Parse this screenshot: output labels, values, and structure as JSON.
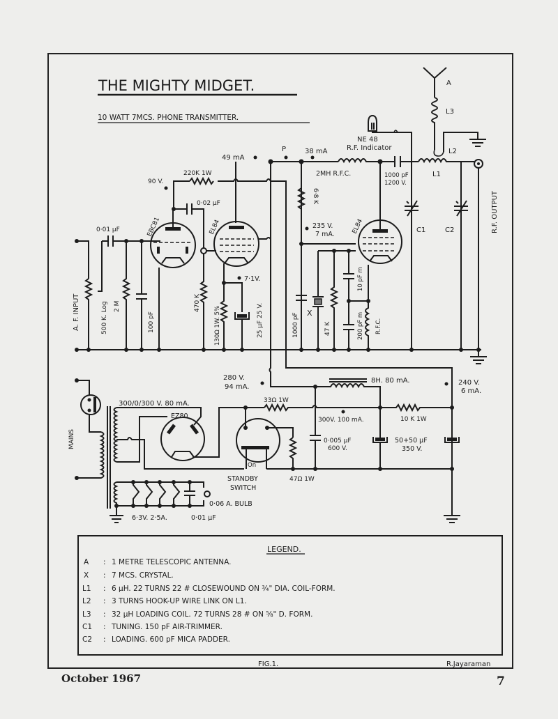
{
  "title": "THE MIGHTY MIDGET.",
  "subtitle": "10 WATT 7MCS. PHONE TRANSMITTER.",
  "labels": {
    "antenna": "A",
    "l3": "L3",
    "l2": "L2",
    "l1": "L1",
    "ne48": "NE 48",
    "rf_indicator": "R.F. Indicator",
    "rfc_2mh": "2MH R.F.C.",
    "cap_1000pf": "1000 pF",
    "cap_1200v": "1200 V.",
    "rf_output": "R.F. OUTPUT",
    "c1": "C1",
    "c2": "C2",
    "ma49": "49 mA",
    "p": "P",
    "ma38": "38 mA",
    "v90": "90 V.",
    "r220k": "220K 1W",
    "c002": "0·02 µF",
    "c001": "0·01 µF",
    "ebc81": "EBC81",
    "el84a": "EL84",
    "el84b": "EL84",
    "r68k": "6·8 K",
    "v235": "235 V.",
    "ma7": "7 mA.",
    "af_input": "A. F. INPUT",
    "r500k": "500 K. Log",
    "r2m": "2 M",
    "c100pf": "100 pF",
    "r470k": "470 K",
    "r130": "130Ω 1W. 5%",
    "v71": "7·1V.",
    "c25uf": "25 µF 25 V.",
    "c1000pf": "1000 pF",
    "crystal": "X",
    "r47k": "47 K",
    "c10pf": "10 pF m",
    "c200pf": "200 pF m",
    "rfc": "R.F.C.",
    "v280": "280 V.",
    "ma94": "94 mA.",
    "choke": "8H. 80 mA.",
    "v240": "240 V.",
    "ma6": "6 mA.",
    "mains": "MAINS",
    "transformer": "300/0/300 V. 80 mA.",
    "ez80": "EZ80",
    "r33": "33Ω 1W",
    "v300": "300V. 100 mA.",
    "r10k": "10 K 1W",
    "c0005": "0·005 µF",
    "v600": "600 V.",
    "c5050": "50+50 µF",
    "v350": "350 V.",
    "on": "On",
    "standby1": "STANDBY",
    "standby2": "SWITCH",
    "r47": "47Ω 1W",
    "bulb": "0·06 A. BULB",
    "heater": "6·3V. 2·5A.",
    "c001b": "0·01 µF"
  },
  "legend": {
    "title": "LEGEND.",
    "items": [
      {
        "key": "A",
        "text": "1 METRE TELESCOPIC ANTENNA."
      },
      {
        "key": "X",
        "text": "7 MCS. CRYSTAL."
      },
      {
        "key": "L1",
        "text": "6 µH. 22 TURNS 22 # CLOSEWOUND ON ¾\" DIA. COIL-FORM."
      },
      {
        "key": "L2",
        "text": "3 TURNS HOOK-UP WIRE LINK ON L1."
      },
      {
        "key": "L3",
        "text": "32 µH LOADING COIL. 72 TURNS 28 # ON ⅝\" D. FORM."
      },
      {
        "key": "C1",
        "text": "TUNING. 150 pF AIR-TRIMMER."
      },
      {
        "key": "C2",
        "text": "LOADING. 600 pF MICA PADDER."
      }
    ]
  },
  "figure": "FIG.1.",
  "author": "R.Jayaraman",
  "footer": {
    "date": "October 1967",
    "page": "7"
  }
}
